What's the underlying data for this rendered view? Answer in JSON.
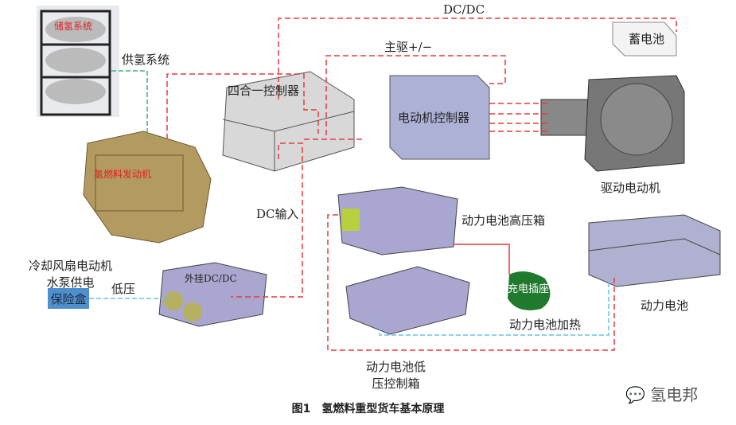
{
  "labels": {
    "hydrogen_storage": "储氢系统",
    "hydrogen_supply": "供氢系统",
    "four_in_one_controller": "四合一控制器",
    "fuel_cell_engine": "氢燃料发动机",
    "dc_input": "DC输入",
    "dcdc": "DC/DC",
    "main_drive": "主驱+/−",
    "battery_12v": "蓄电池",
    "motor_controller": "电动机控制器",
    "drive_motor": "驱动电动机",
    "hv_box": "动力电池高压箱",
    "charging_socket": "充电插座",
    "power_battery": "动力电池",
    "battery_heating": "动力电池加热",
    "lv_control_box": "动力电池低压控制箱",
    "lv_control_box_line1": "动力电池低",
    "lv_control_box_line2": "压控制箱",
    "cooling_line1": "冷却风扇电动机",
    "cooling_line2": "水泵供电",
    "low_voltage": "低压",
    "fuse_box": "保险盒",
    "external_dcdc": "外挂DC/DC"
  },
  "caption": "图1　氢燃料重型货车基本原理",
  "watermark": "氢电邦",
  "colors": {
    "hv_line": "#e83a3a",
    "h2_line": "#3cb371",
    "lv_line": "#66c4e8",
    "fuse": "#4f8fcc",
    "device": "#a9a6d0",
    "engine": "#b39a60"
  }
}
